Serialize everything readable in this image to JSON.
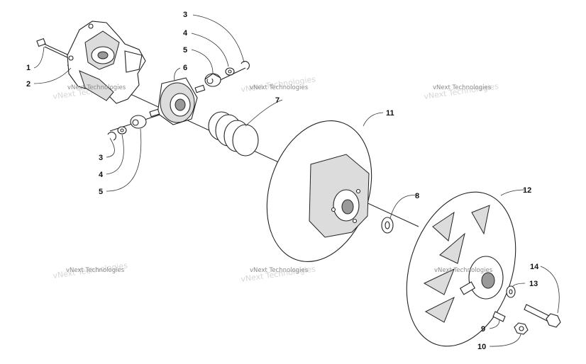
{
  "watermark": "vNext Technologies",
  "callouts": {
    "c1": "1",
    "c2": "2",
    "c3a": "3",
    "c4a": "4",
    "c5a": "5",
    "c6": "6",
    "c7": "7",
    "c3b": "3",
    "c4b": "4",
    "c5b": "5",
    "c8": "8",
    "c9": "9",
    "c10": "10",
    "c11": "11",
    "c12": "12",
    "c13": "13",
    "c14": "14"
  }
}
